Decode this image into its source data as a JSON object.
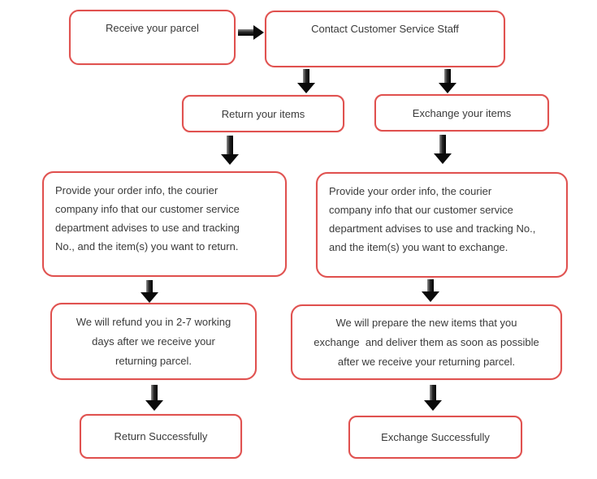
{
  "nodes": {
    "receive": {
      "label": "Receive your parcel"
    },
    "contact": {
      "label": "Contact Customer Service Staff"
    },
    "return_items": {
      "label": "Return your items"
    },
    "exchange_items": {
      "label": "Exchange your items"
    },
    "return_detail": {
      "lines": [
        "Provide your order info, the courier",
        "company info that our customer service",
        "department advises to use and tracking",
        "No., and the item(s) you want to return."
      ]
    },
    "exchange_detail": {
      "lines": [
        "Provide your order info, the courier",
        "company info that our customer service",
        "department advises to use and tracking No.,",
        "and the item(s) you want to exchange."
      ]
    },
    "refund": {
      "lines": [
        "We will refund you in 2-7 working",
        "days after we receive your",
        "returning parcel."
      ]
    },
    "prepare": {
      "lines": [
        "We will prepare the new items that you",
        "exchange  and deliver them as soon as possible",
        "after we receive your returning parcel."
      ]
    },
    "return_success": {
      "label": "Return Successfully"
    },
    "exchange_success": {
      "label": "Exchange Successfully"
    }
  },
  "edges": [
    {
      "from": "receive",
      "to": "contact",
      "direction": "right"
    },
    {
      "from": "contact",
      "to": "return_items",
      "direction": "down"
    },
    {
      "from": "contact",
      "to": "exchange_items",
      "direction": "down"
    },
    {
      "from": "return_items",
      "to": "return_detail",
      "direction": "down"
    },
    {
      "from": "exchange_items",
      "to": "exchange_detail",
      "direction": "down"
    },
    {
      "from": "return_detail",
      "to": "refund",
      "direction": "down"
    },
    {
      "from": "exchange_detail",
      "to": "prepare",
      "direction": "down"
    },
    {
      "from": "refund",
      "to": "return_success",
      "direction": "down"
    },
    {
      "from": "prepare",
      "to": "exchange_success",
      "direction": "down"
    }
  ],
  "colors": {
    "box_border": "#e0514f",
    "box_fill": "#ffffff",
    "text": "#3a3a3a",
    "arrow": "#0a0a0a",
    "background": "#ffffff"
  }
}
